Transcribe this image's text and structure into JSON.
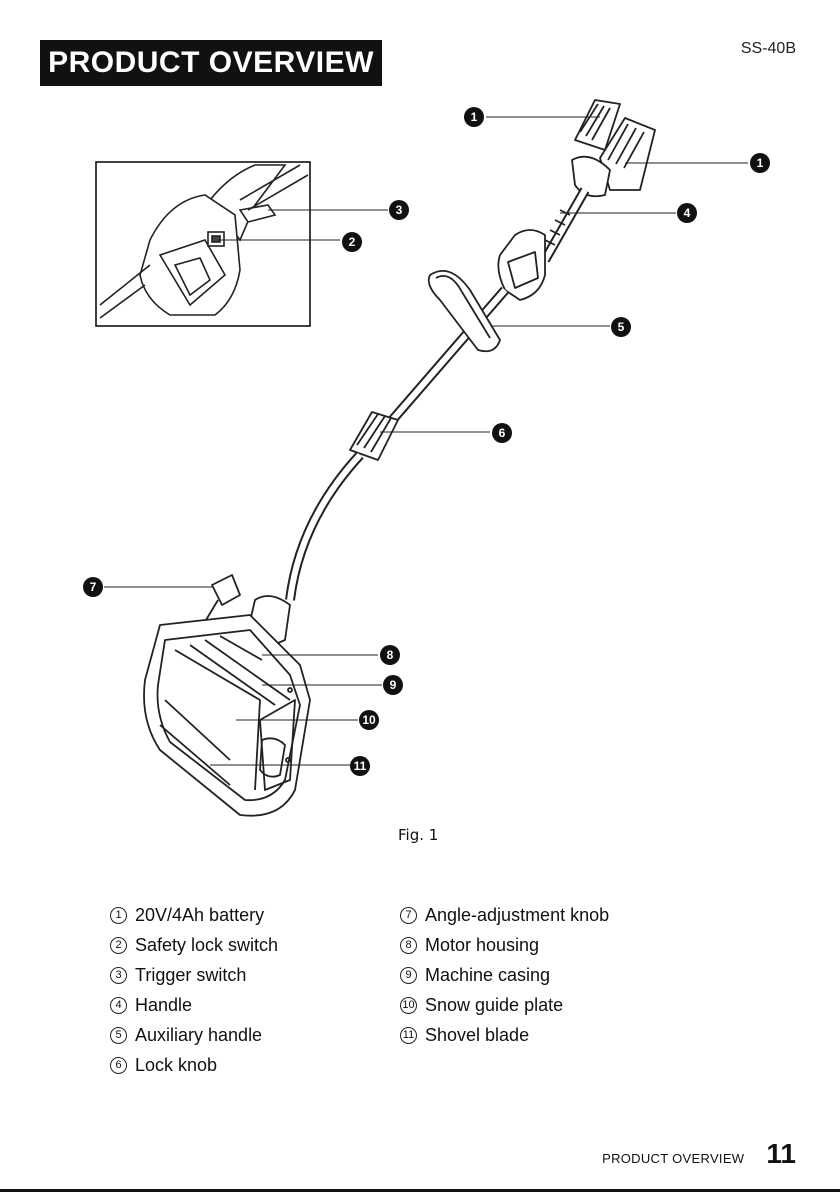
{
  "header": {
    "title": "PRODUCT OVERVIEW",
    "model": "SS-40B"
  },
  "figure": {
    "caption": "Fig. 1",
    "callouts": [
      "1",
      "1",
      "2",
      "3",
      "4",
      "5",
      "6",
      "7",
      "8",
      "9",
      "10",
      "11"
    ]
  },
  "parts_list": {
    "left": [
      {
        "num": "1",
        "label": "20V/4Ah battery"
      },
      {
        "num": "2",
        "label": "Safety lock switch"
      },
      {
        "num": "3",
        "label": "Trigger switch"
      },
      {
        "num": "4",
        "label": "Handle"
      },
      {
        "num": "5",
        "label": "Auxiliary handle"
      },
      {
        "num": "6",
        "label": "Lock knob"
      }
    ],
    "right": [
      {
        "num": "7",
        "label": "Angle-adjustment knob"
      },
      {
        "num": "8",
        "label": "Motor housing"
      },
      {
        "num": "9",
        "label": "Machine casing"
      },
      {
        "num": "10",
        "label": "Snow guide plate"
      },
      {
        "num": "11",
        "label": "Shovel blade"
      }
    ]
  },
  "footer": {
    "section": "PRODUCT OVERVIEW",
    "page": "11"
  }
}
